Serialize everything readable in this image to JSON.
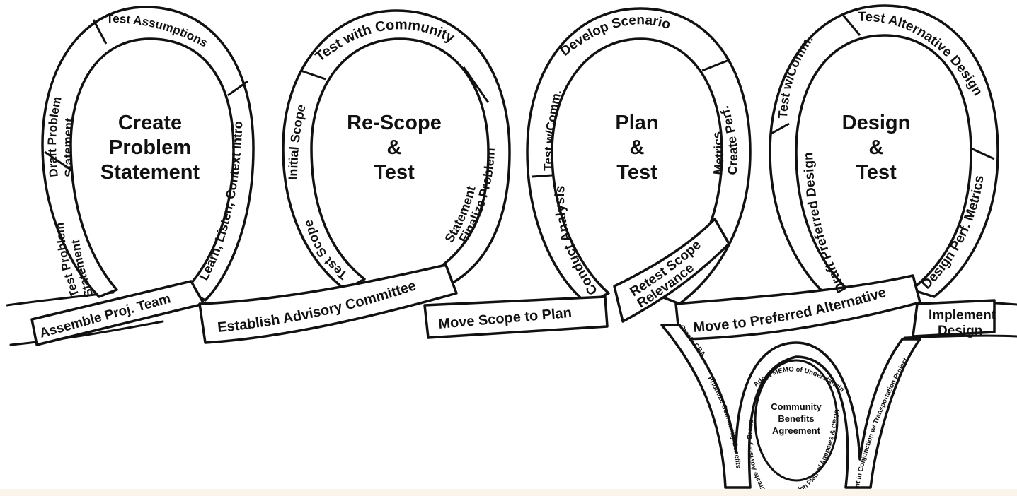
{
  "loops": [
    {
      "title_lines": [
        "Create",
        "Problem",
        "Statement"
      ]
    },
    {
      "title_lines": [
        "Re-Scope",
        "&",
        "Test"
      ]
    },
    {
      "title_lines": [
        "Plan",
        "&",
        "Test"
      ]
    },
    {
      "title_lines": [
        "Design",
        "&",
        "Test"
      ]
    }
  ],
  "segments": {
    "draft_problem": [
      "Draft Problem",
      "Statement"
    ],
    "test_assumptions": "Test Assumptions",
    "learn_listen": "Learn, Listen, Context Intro",
    "test_problem": [
      "Test Problem",
      "Statement"
    ],
    "assemble_team": "Assemble Proj. Team",
    "initial_scope": "Initial Scope",
    "test_with_community": "Test with Community",
    "finalize_problem": [
      "Finalize Problem",
      "Statement"
    ],
    "test_scope": "Test Scope",
    "establish_committee": "Establish Advisory Committee",
    "test_w_comm_1": "Test w/Comm.",
    "develop_scenario": "Develop Scenario",
    "create_perf_metrics": [
      "Create Perf.",
      "Metrics"
    ],
    "conduct_analysis": "Conduct Analysis",
    "move_scope_to_plan": "Move Scope to Plan",
    "retest_scope": [
      "Retest Scope",
      "Relevance"
    ],
    "test_w_comm_2": "Test w/Comm.",
    "test_alternative_design": "Test Alternative Design",
    "draft_preferred_design": "Draft Preferred Design",
    "design_perf_metrics": "Design Perf. Metrics",
    "move_to_preferred": "Move to Preferred Alternative",
    "implement_design": [
      "Implement",
      "Design"
    ]
  },
  "sub_loop": {
    "title_lines": [
      "Community",
      "Benefits",
      "Agreement"
    ],
    "create_cba": "Create CBA",
    "prioritize_benefits": "Prioritize Community Benefits",
    "create_advisory_group": "Create Advisory Group",
    "adopt_memo": "Adopt MEMO of Understanding",
    "plan_agencies": "...ion Plan w/ Agencies & CBOS",
    "conjunction_project": "...nt in Conjunction w/ Transportation Project"
  },
  "colors": {
    "ink": "#111111",
    "paper": "#ffffff",
    "footer": "#fbf4ea"
  }
}
